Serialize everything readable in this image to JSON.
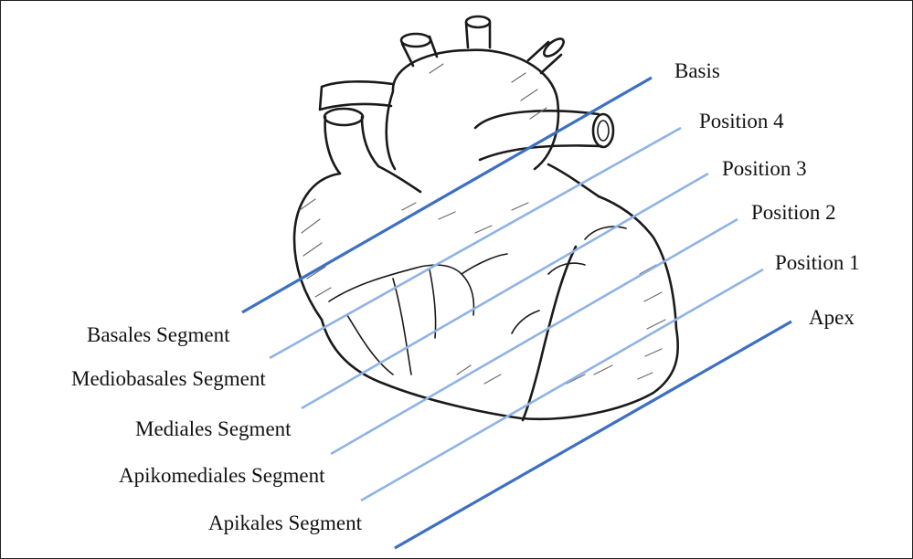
{
  "levels": {
    "basis": "Basis",
    "pos4": "Position 4",
    "pos3": "Position 3",
    "pos2": "Position 2",
    "pos1": "Position 1",
    "apex": "Apex"
  },
  "segments": {
    "basal": "Basales Segment",
    "mediobasal": "Mediobasales Segment",
    "medial": "Mediales Segment",
    "apicomedial": "Apikomediales Segment",
    "apical": "Apikales Segment"
  },
  "colors": {
    "outline": "#1a1a1a",
    "line_dark": "#3d6fc4",
    "line_light": "#8fb3e6"
  }
}
